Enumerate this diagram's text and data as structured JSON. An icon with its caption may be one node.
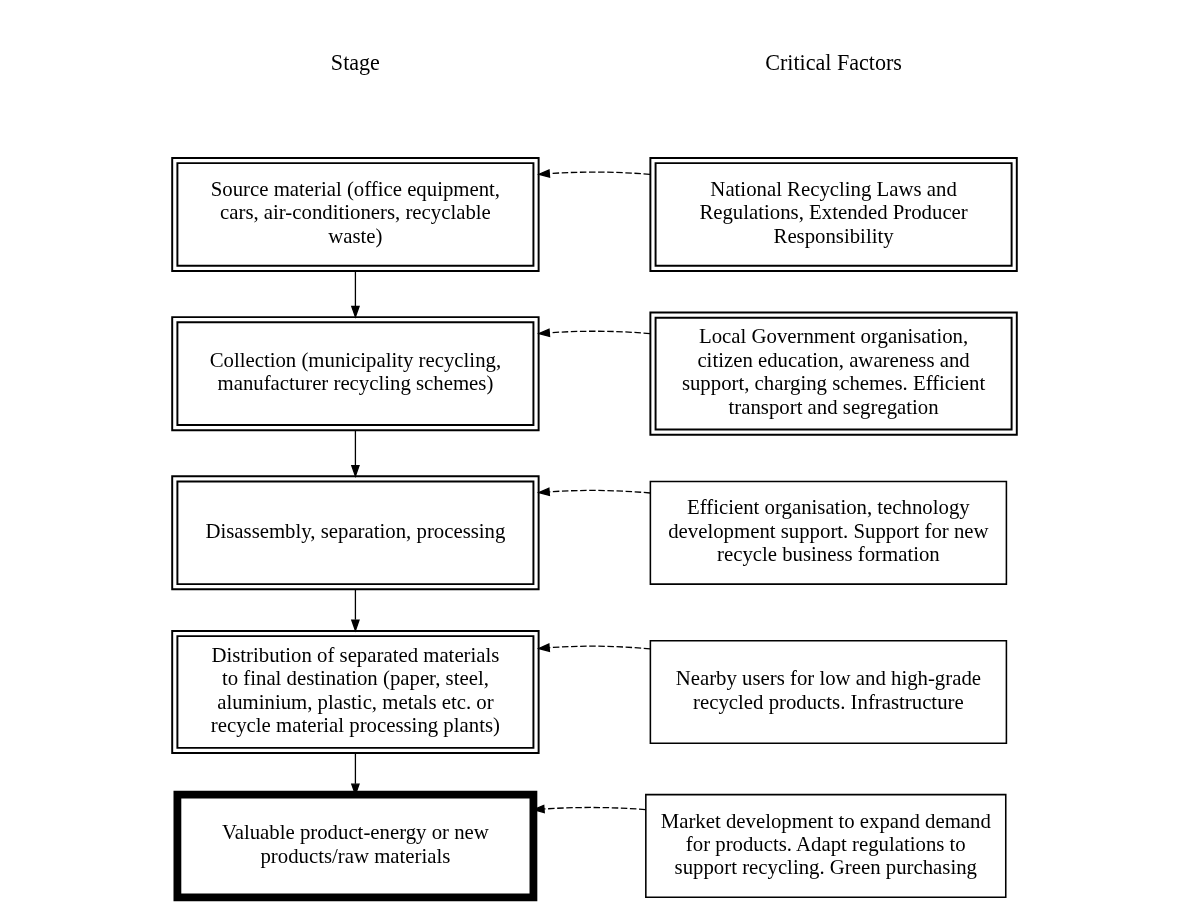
{
  "diagram": {
    "nodes": [
      {
        "text": [
          "Source material (office equipment, cars, air-conditioners, recyclable waste)"
        ]
      },
      {
        "text": [
          "National Recycling Laws and Regulations, Extended Producer Responsibility"
        ]
      },
      {
        "text": [
          "Collection (municipality recycling, manufacturer recycling schemes)"
        ]
      },
      {
        "text": [
          "Local Government organisation, citizen education, awareness and support, charging schemes. Efficient transport and segregation"
        ]
      },
      {
        "text": [
          "Disassembly, separation, processing"
        ]
      },
      {
        "text": [
          "Efficient organisation, technology development support. Support for new recycle business formation"
        ]
      },
      {
        "text": [
          "Distribution of separated materials to final destination (paper, steel, aluminium, plastic, metals etc. or recycle material processing plants)"
        ]
      },
      {
        "text": [
          "Nearby users for low and high-grade recycled products. Infrastructure"
        ]
      },
      {
        "text": [
          "Valuable product-energy or new products/raw materials"
        ]
      },
      {
        "text": [
          "Market development to expand demand for products. Adapt regulations to support recycling. Green purchasing"
        ]
      }
    ],
    "edges": [
      {
        "from": 0,
        "to": 2,
        "arrow": "to"
      },
      {
        "from": 2,
        "to": 4,
        "arrow": "to"
      },
      {
        "from": 4,
        "to": 6,
        "arrow": "to"
      },
      {
        "from": 6,
        "to": 8,
        "arrow": "to"
      },
      {
        "from": 1,
        "to": 0,
        "arrow": "to",
        "style": "dashed"
      },
      {
        "from": 3,
        "to": 2,
        "arrow": "to",
        "style": "dashed"
      },
      {
        "from": 5,
        "to": 4,
        "arrow": "to",
        "style": "dashed"
      },
      {
        "from": 7,
        "to": 6,
        "arrow": "to",
        "style": "dashed"
      },
      {
        "from": 9,
        "to": 8,
        "arrow": "to",
        "style": "dashed"
      }
    ],
    "labels": [
      "Stage",
      "Critical Factors"
    ]
  }
}
